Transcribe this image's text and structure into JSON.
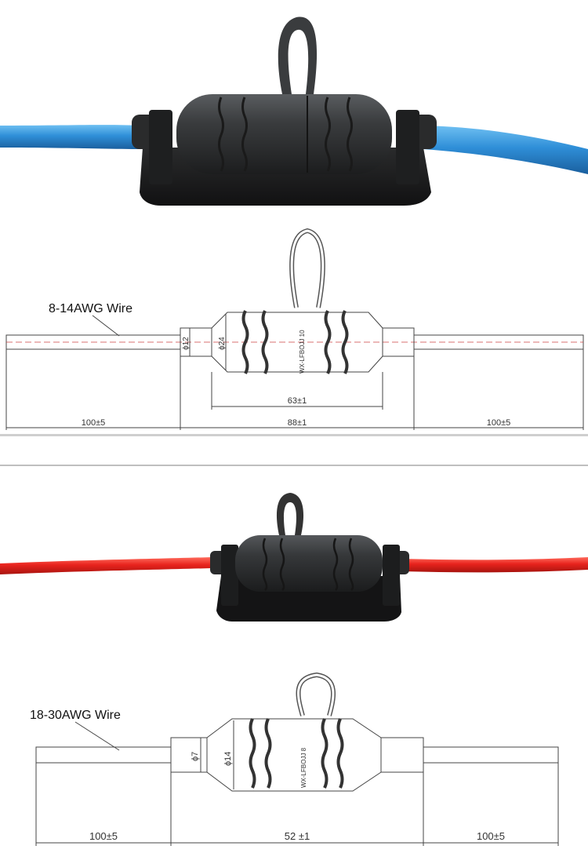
{
  "top": {
    "wire_label": "8-14AWG Wire",
    "dims": {
      "outer_dia": "ϕ12",
      "inner_dia": "ϕ24",
      "body_len": "63±1",
      "left_len": "100±5",
      "mid_len": "88±1",
      "right_len": "100±5"
    },
    "body_mark": "WX-LFBOJJ 10",
    "wire_color": "#2f8fd8"
  },
  "bottom": {
    "wire_label": "18-30AWG Wire",
    "dims": {
      "outer_dia": "ϕ7",
      "inner_dia": "ϕ14",
      "left_len": "100±5",
      "mid_len": "52 ±1",
      "right_len": "100±5"
    },
    "body_mark": "WX-LFBOJJ 8",
    "wire_color": "#e8231d"
  }
}
